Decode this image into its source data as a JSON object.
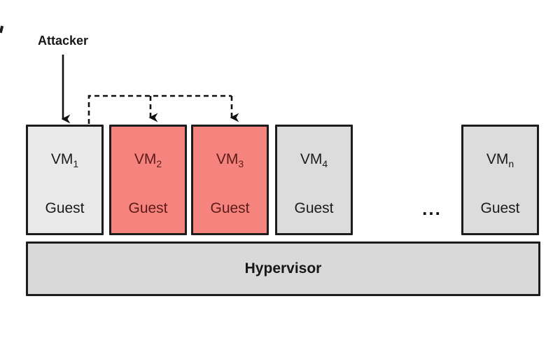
{
  "diagram": {
    "attacker_label": "Attacker",
    "ellipsis": "...",
    "hypervisor_label": "Hypervisor",
    "vms": [
      {
        "name": "VM",
        "sub": "1",
        "role": "Guest",
        "state": "normal"
      },
      {
        "name": "VM",
        "sub": "2",
        "role": "Guest",
        "state": "compromised"
      },
      {
        "name": "VM",
        "sub": "3",
        "role": "Guest",
        "state": "compromised"
      },
      {
        "name": "VM",
        "sub": "4",
        "role": "Guest",
        "state": "normal"
      },
      {
        "name": "VM",
        "sub": "n",
        "role": "Guest",
        "state": "normal"
      }
    ],
    "colors": {
      "vm_normal_fill": "#e9e9e9",
      "vm_dim_fill": "#dcdcdc",
      "vm_compromised_fill": "#f5837e",
      "vm_compromised_text": "#5c1b18",
      "hypervisor_fill": "#d9d9d9",
      "border": "#1c1c1c",
      "background": "#ffffff"
    }
  }
}
